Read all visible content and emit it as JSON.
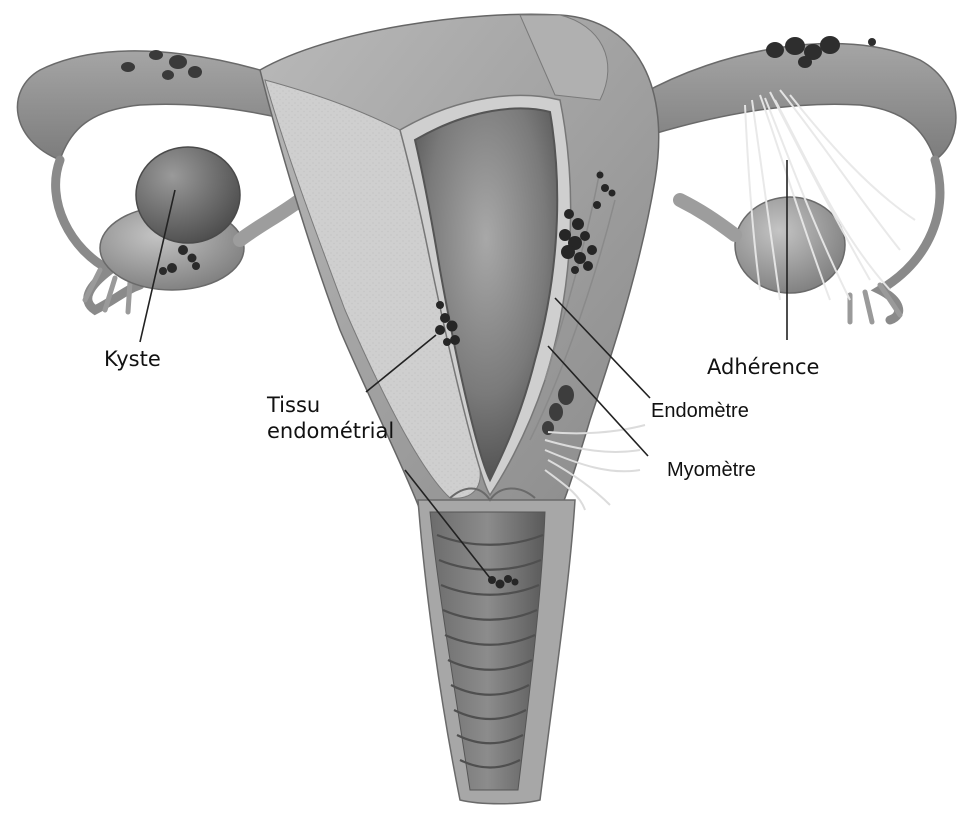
{
  "labels": {
    "kyste": "Kyste",
    "adherence": "Adhérence",
    "tissu_line1": "Tissu",
    "tissu_line2": "endométrial",
    "endometre": "Endomètre",
    "myometre": "Myomètre"
  },
  "colors": {
    "background": "#ffffff",
    "tissue_dark": "#5e5e5e",
    "tissue_mid": "#8f8f8f",
    "tissue_light": "#c7c7c7",
    "lesion": "#2a2a2a",
    "leader_line": "#222222"
  }
}
